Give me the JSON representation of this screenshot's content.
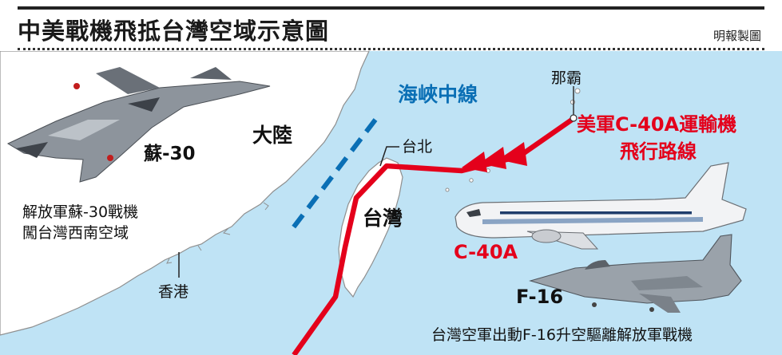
{
  "header": {
    "title": "中美戰機飛抵台灣空域示意圖",
    "credit": "明報製圖"
  },
  "labels": {
    "mainland": "大陸",
    "taiwan": "台灣",
    "median_line": "海峽中線",
    "naha": "那霸",
    "taipei": "台北",
    "hong_kong": "香港",
    "route_line1": "美軍C-40A運輸機",
    "route_line2": "飛行路線",
    "su30_name": "蘇-30",
    "su30_caption_line1": "解放軍蘇-30戰機",
    "su30_caption_line2": "闖台灣西南空域",
    "c40a_name": "C-40A",
    "f16_name": "F-16",
    "f16_caption": "台灣空軍出動F-16升空驅離解放軍戰機"
  },
  "colors": {
    "sea": "#bfe3f5",
    "land": "#ffffff",
    "route": "#e4001b",
    "median_line": "#0a6fb5",
    "title_text": "#1a1a1a"
  },
  "icons": [
    "su30-fighter-jet",
    "c40a-transport-plane",
    "f16-fighter-jet"
  ]
}
